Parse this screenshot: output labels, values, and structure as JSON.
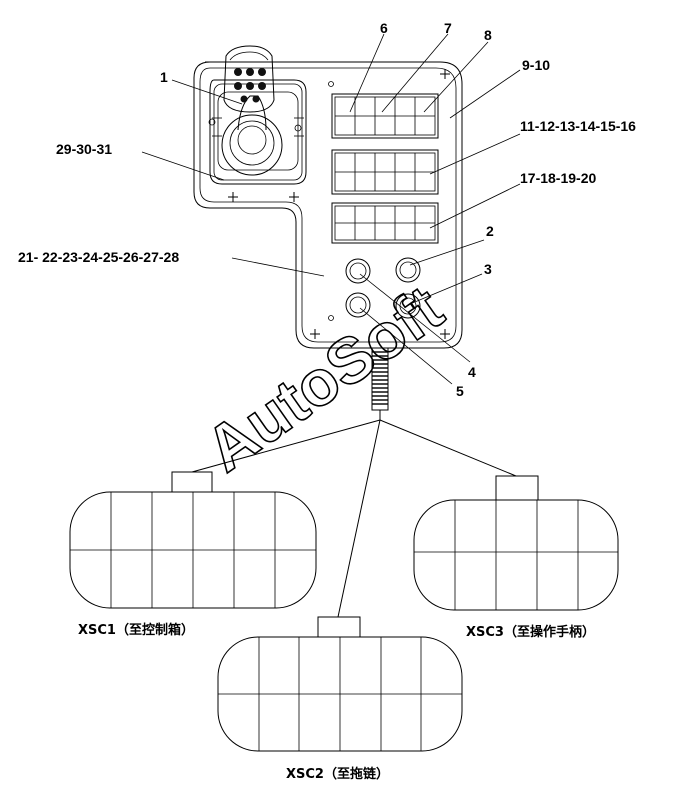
{
  "callouts": {
    "c1": "1",
    "c2": "2",
    "c3": "3",
    "c4": "4",
    "c5": "5",
    "c6": "6",
    "c7": "7",
    "c8": "8",
    "c9_10": "9-10",
    "c11_16": "11-12-13-14-15-16",
    "c17_20": "17-18-19-20",
    "c21_28": "21- 22-23-24-25-26-27-28",
    "c29_31": "29-30-31"
  },
  "connectors": {
    "xsc1": "XSC1（至控制箱）",
    "xsc2": "XSC2（至拖链）",
    "xsc3": "XSC3（至操作手柄）"
  },
  "watermark": "AutoSoft"
}
